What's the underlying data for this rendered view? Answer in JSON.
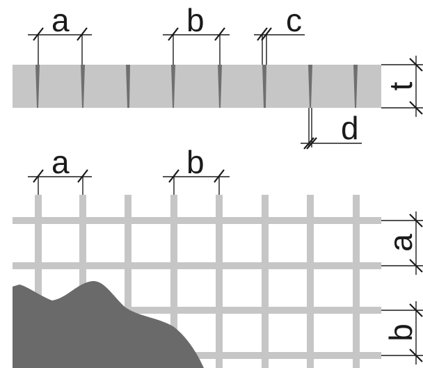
{
  "colors": {
    "panel": "#c6c6c6",
    "slit": "#6f6f6f",
    "grid": "#c6c6c6",
    "cut_section": "#6a6a6a",
    "line": "#1a1a1a"
  },
  "top_view": {
    "labels": {
      "a": "a",
      "b": "b",
      "c": "c",
      "d": "d",
      "t": "t"
    }
  },
  "grid_view": {
    "labels": {
      "a_top": "a",
      "b_top": "b",
      "a_side": "a",
      "b_side": "b"
    }
  }
}
